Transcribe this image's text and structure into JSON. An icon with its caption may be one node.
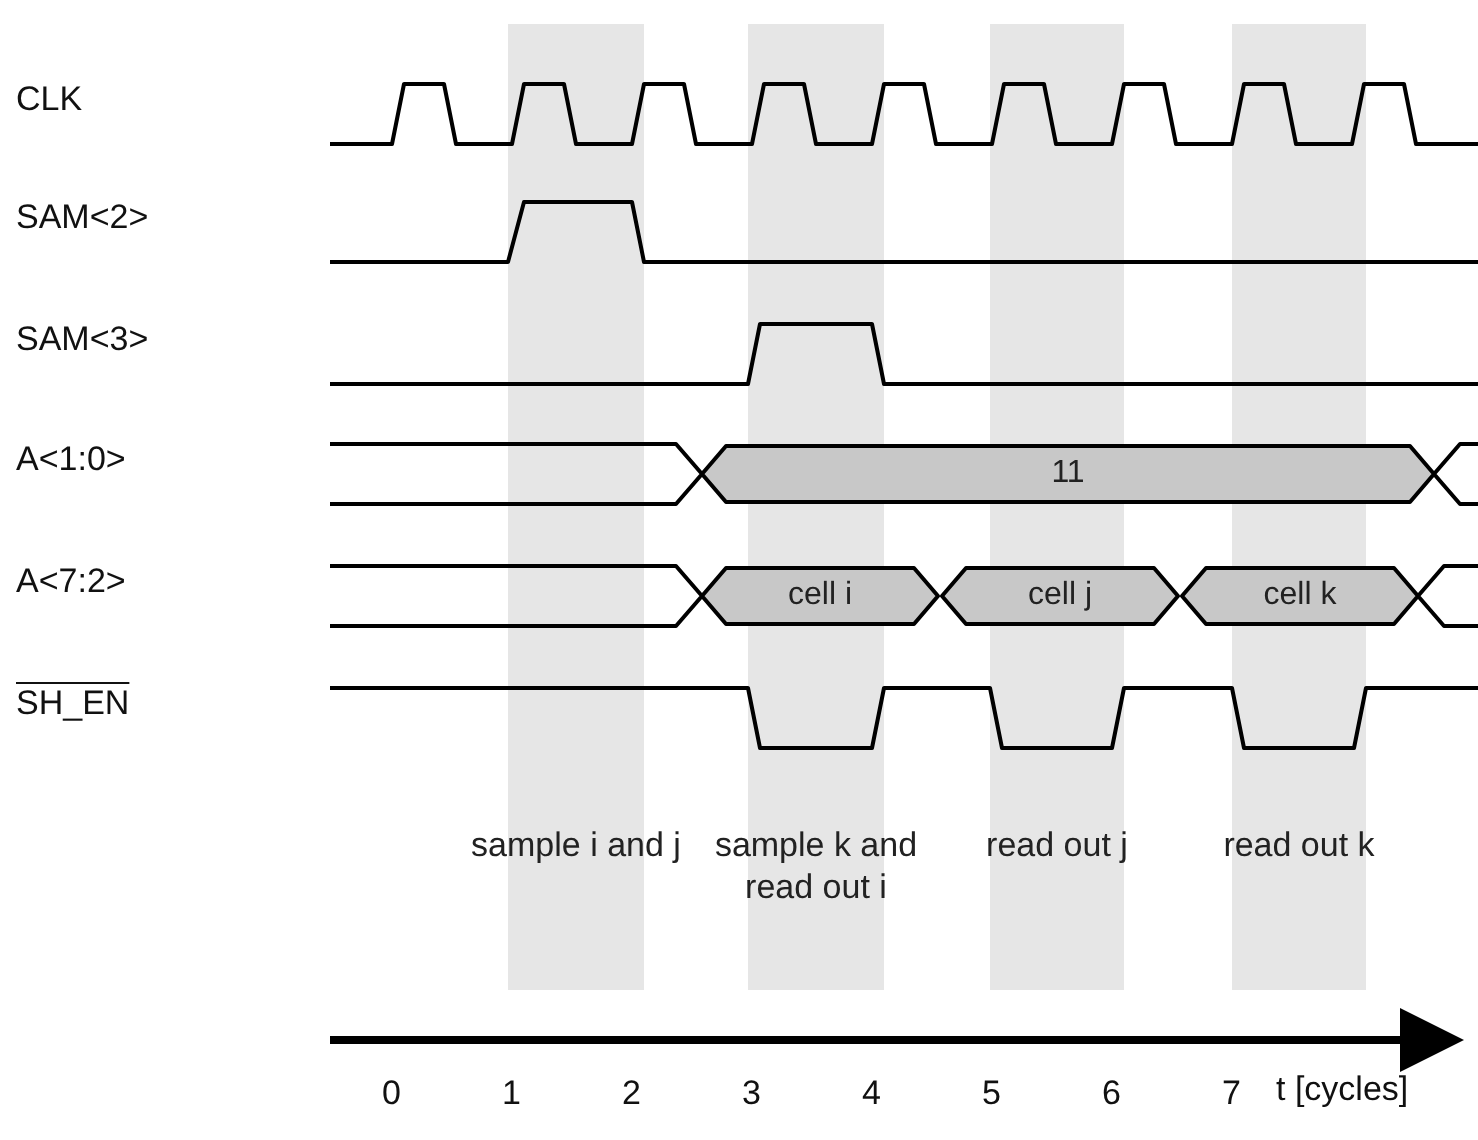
{
  "diagram": {
    "nodes": [
      {
        "text": [
          "sample i and j"
        ]
      },
      {
        "text": [
          "sample k and read out i"
        ]
      },
      {
        "text": [
          "read out j"
        ]
      },
      {
        "text": [
          "read out k"
        ]
      },
      {
        "text": [
          "11"
        ]
      },
      {
        "text": [
          "cell i"
        ]
      },
      {
        "text": [
          "cell j"
        ]
      },
      {
        "text": [
          "cell k"
        ]
      }
    ],
    "labels": [
      "CLK",
      "SAM<2>",
      "SAM<3>",
      "A<1:0>",
      "A<7:2>",
      "SH_EN",
      "0",
      "1",
      "2",
      "3",
      "4",
      "5",
      "6",
      "7",
      "t [cycles]"
    ]
  }
}
